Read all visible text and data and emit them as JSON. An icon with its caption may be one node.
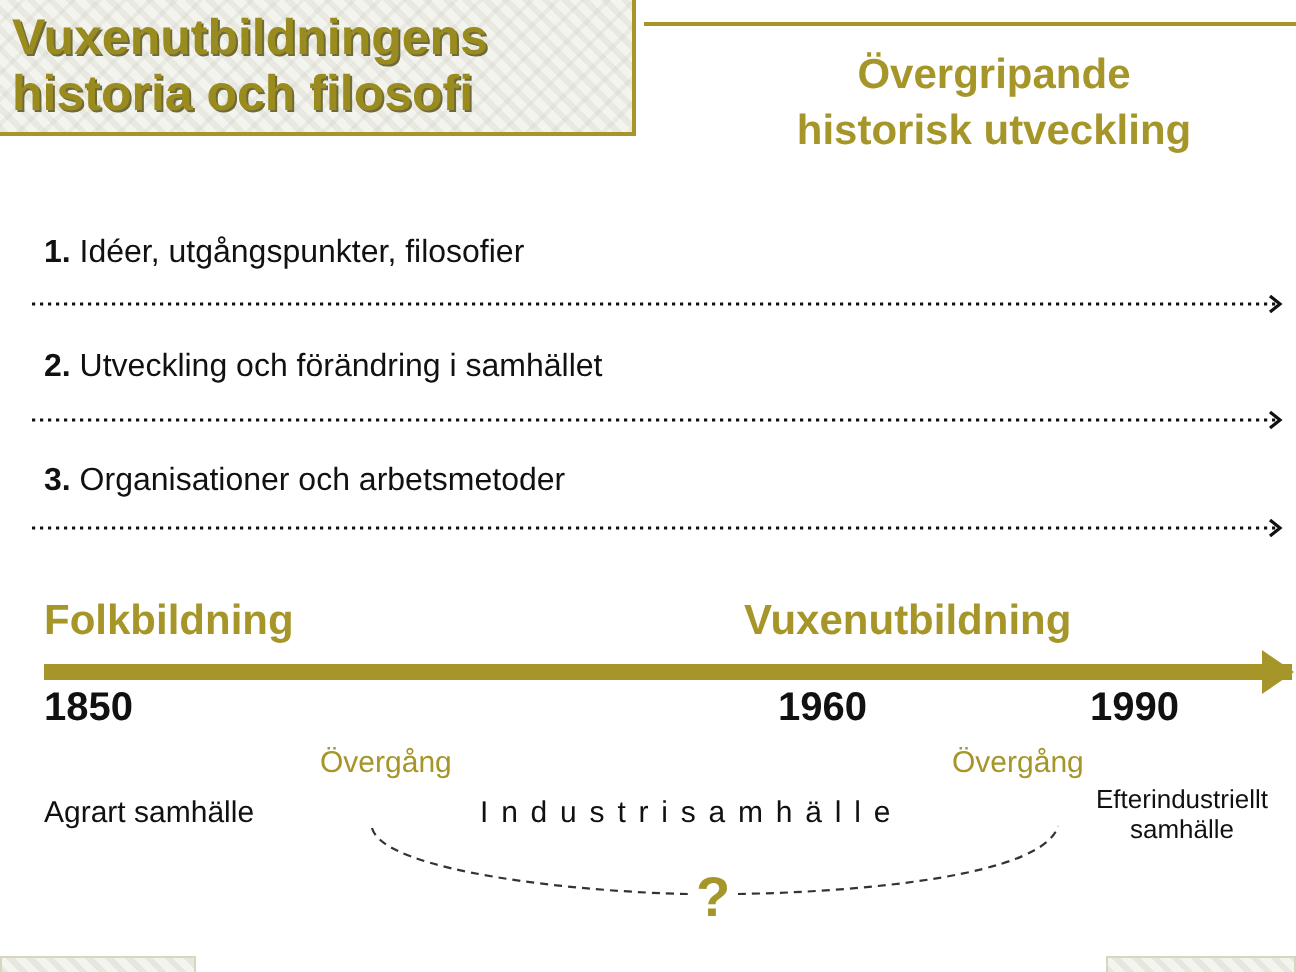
{
  "diagram": {
    "title": "Övergripande historisk utveckling",
    "nodes": [
      {
        "text": [
          "Vuxenutbildningens historia och filosofi"
        ]
      }
    ],
    "labels": [
      "**1.** Idéer, utgångspunkter, filosofier",
      "**2.** Utveckling och förändring i samhället",
      "**3.** Organisationer och arbetsmetoder",
      "Folkbildning",
      "Vuxenutbildning",
      "1850",
      "1960",
      "1990",
      "Övergång",
      "Övergång",
      "Agrart samhälle",
      "Industrisamhälle",
      "Efterindustriellt samhälle",
      "?"
    ]
  }
}
